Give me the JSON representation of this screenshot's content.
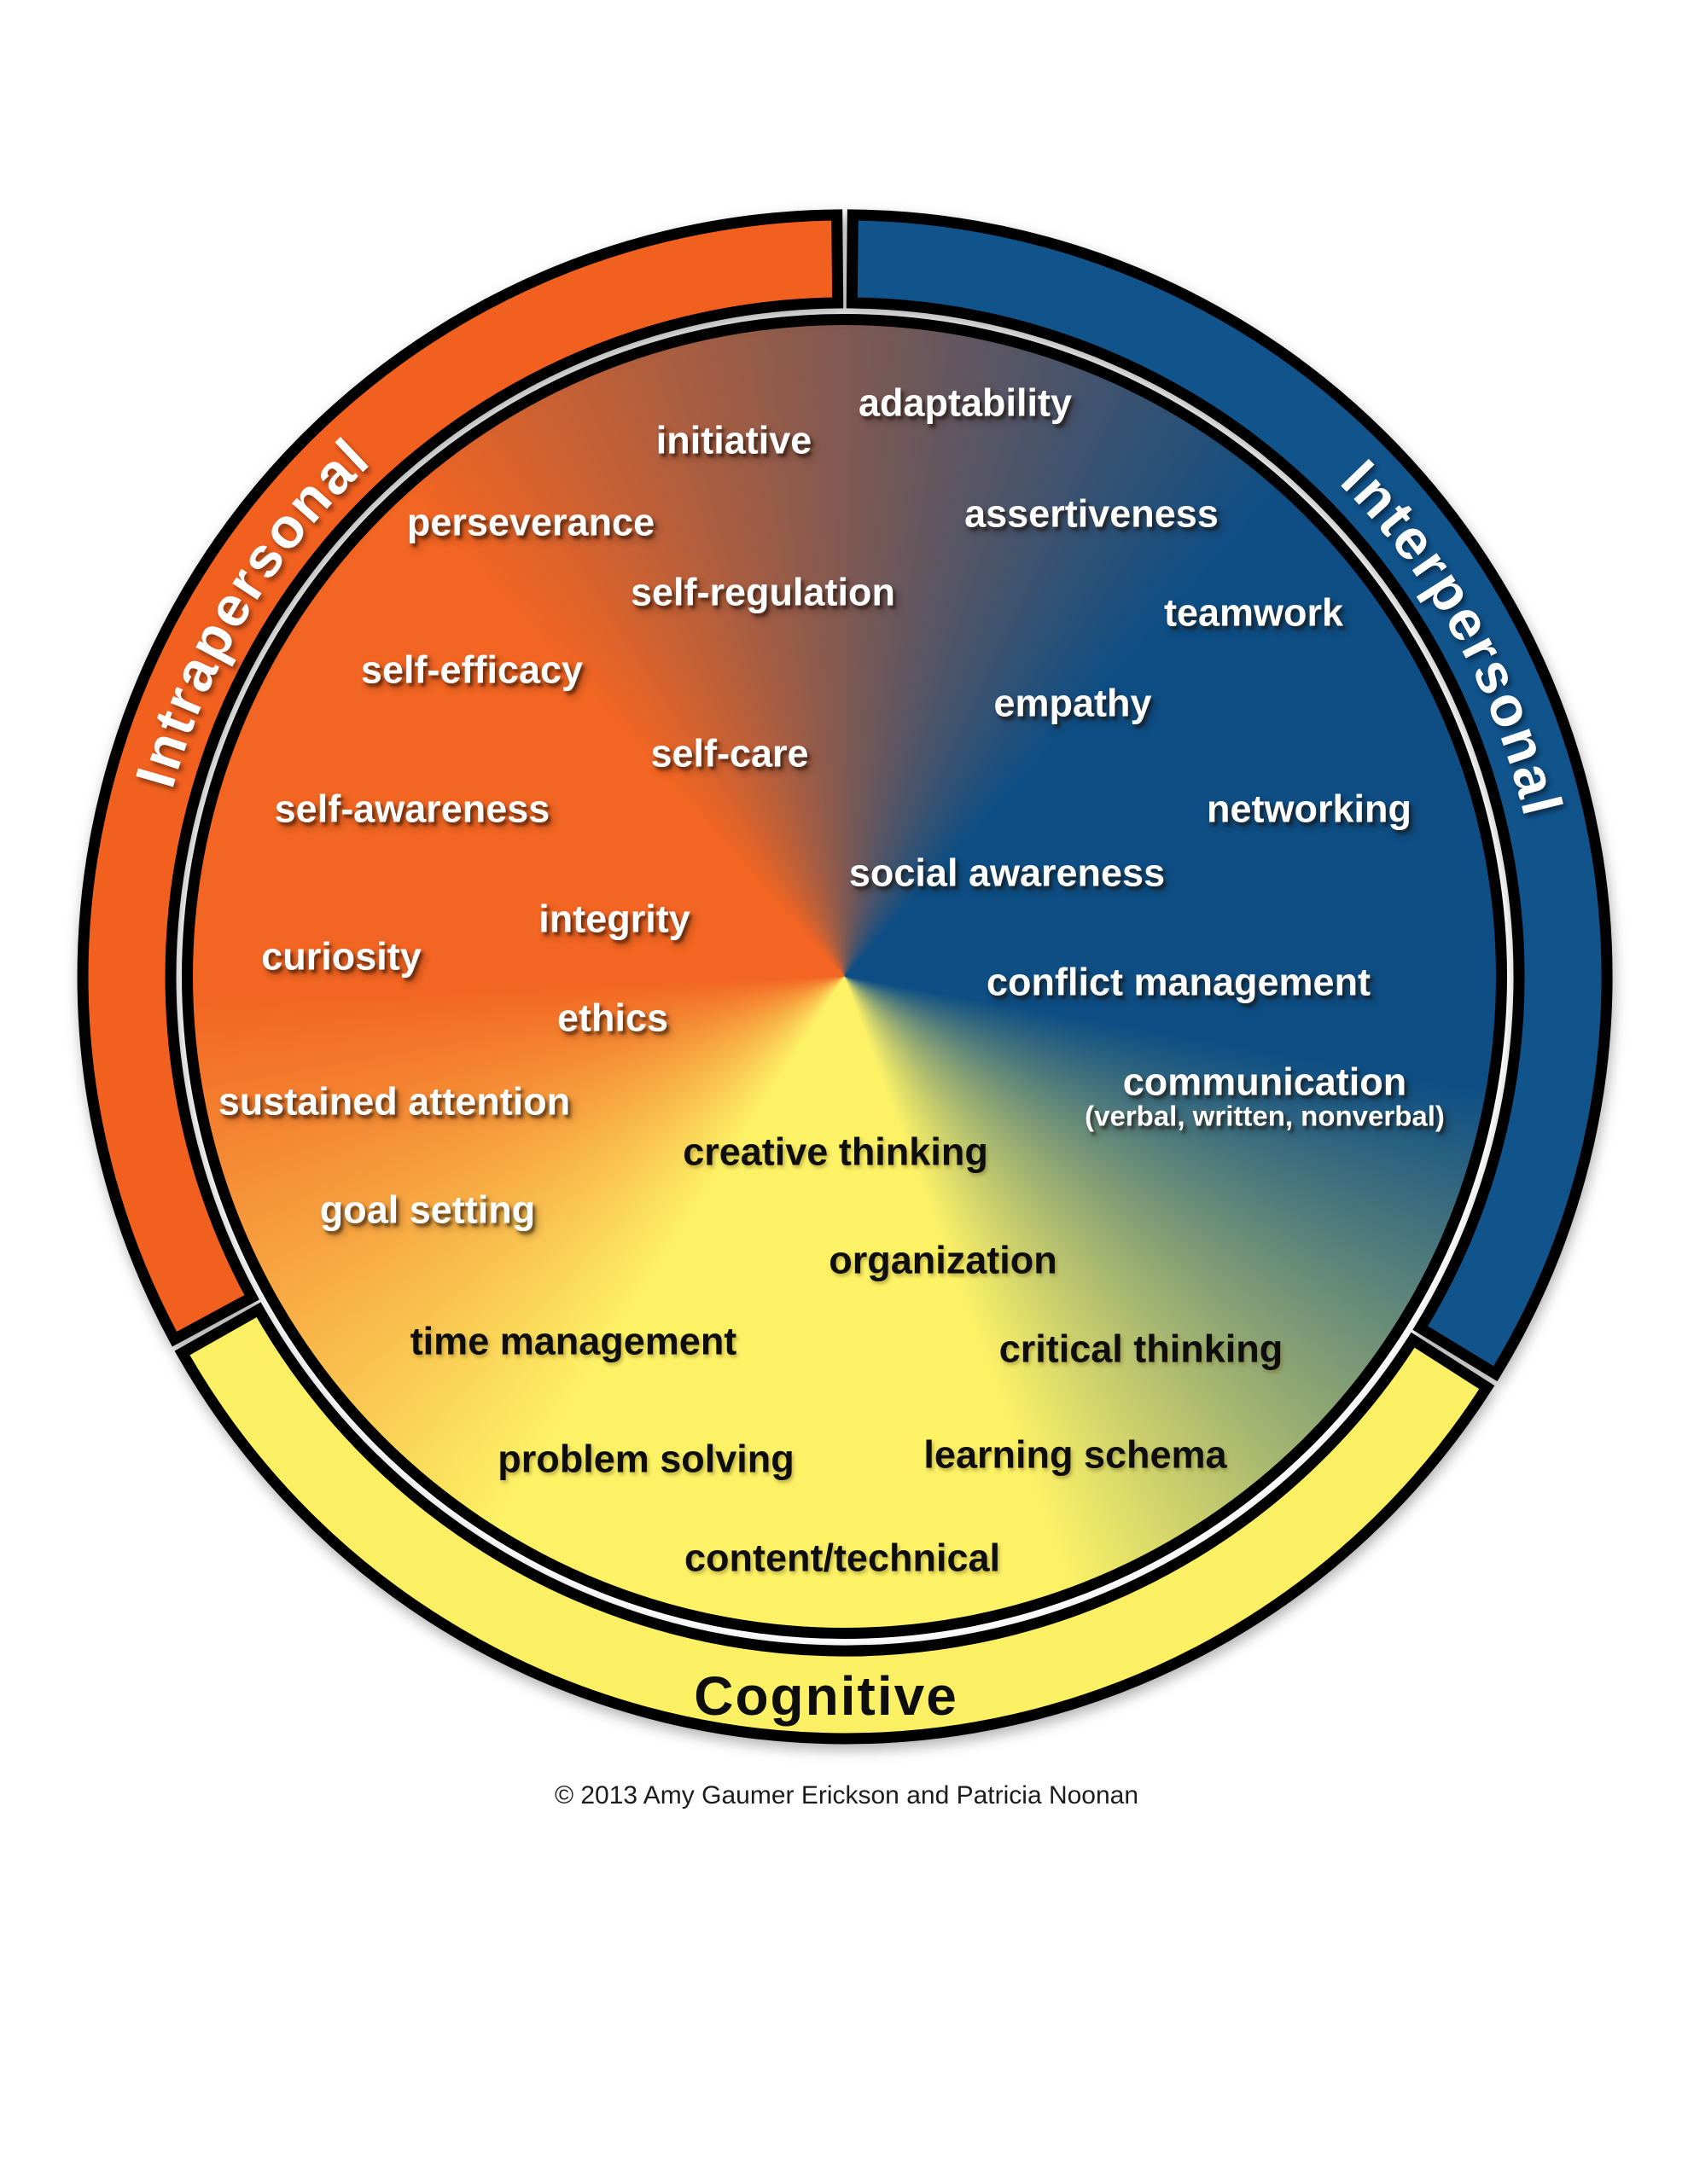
{
  "diagram": {
    "kind": "circular skills framework wheel",
    "colors": {
      "ring_orange": "#F1601F",
      "ring_blue": "#11538B",
      "ring_yellow": "#FBF063",
      "disc_orange": "#F26522",
      "disc_blue": "#0E4E84",
      "disc_yellow": "#FDF266",
      "outline": "#000000",
      "white_label": "#FFFFFF",
      "black_label": "#0D0D0D"
    }
  },
  "domains": [
    {
      "name": "Intrapersonal",
      "ring_color": "#F1601F",
      "skills": [
        "initiative",
        "perseverance",
        "self-regulation",
        "self-efficacy",
        "self-care",
        "self-awareness",
        "integrity",
        "curiosity",
        "ethics",
        "sustained attention",
        "goal setting"
      ]
    },
    {
      "name": "Interpersonal",
      "ring_color": "#11538B",
      "skills": [
        "adaptability",
        "assertiveness",
        "teamwork",
        "empathy",
        "networking",
        "social awareness",
        "conflict management",
        "communication"
      ],
      "communication_note": "(verbal, written, nonverbal)"
    },
    {
      "name": "Cognitive",
      "ring_color": "#FBF063",
      "skills": [
        "creative thinking",
        "organization",
        "time management",
        "critical thinking",
        "problem solving",
        "learning schema",
        "content/technical"
      ]
    }
  ],
  "footer": {
    "copyright": "© 2013 Amy Gaumer Erickson and Patricia Noonan"
  }
}
